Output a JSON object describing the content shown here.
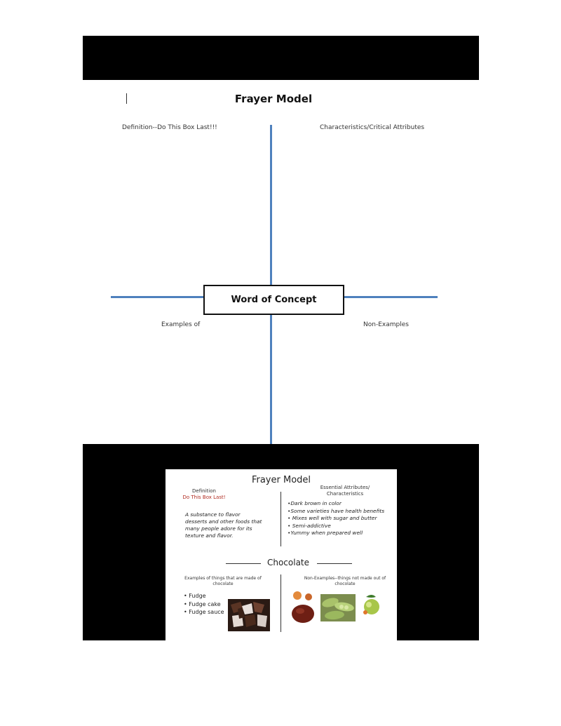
{
  "template": {
    "title": "Frayer Model",
    "definition_label": "Definition--Do This Box Last!!!",
    "characteristics_label": "Characteristics/Critical Attributes",
    "concept_label": "Word of Concept",
    "examples_label": "Examples of",
    "nonexamples_label": "Non-Examples"
  },
  "slide": {
    "title": "Frayer Model",
    "definition_label": "Definition",
    "definition_sublabel": "Do This Box Last!",
    "definition_text": "A substance to flavor desserts and other foods that many people adore for its texture and flavor.",
    "attributes_label_line1": "Essential Attributes/",
    "attributes_label_line2": "Characteristics",
    "attributes": [
      "•Dark brown in color",
      "•Some varieties have health benefits",
      "• Mixes well with sugar and butter",
      "• Semi-addictive",
      "•Yummy when prepared well"
    ],
    "word": "Chocolate",
    "examples_label": "Examples of things that are made of chocolate",
    "examples": [
      "• Fudge",
      "• Fudge cake",
      "• Fudge sauce"
    ],
    "nonexamples_label": "Non-Examples--things not made out of chocolate"
  },
  "colors": {
    "axis_blue": "#4f81bd",
    "black_bar": "#000000",
    "red_sublabel": "#b02a1f"
  }
}
